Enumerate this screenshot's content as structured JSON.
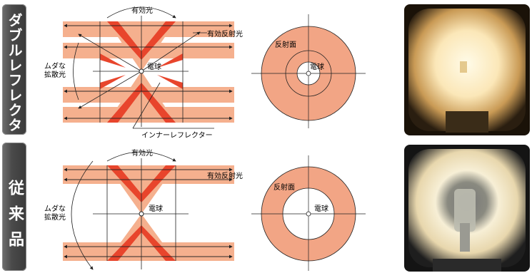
{
  "rows": [
    {
      "tab_label": "ダブルレフレクター",
      "labels": {
        "effective_light": "有効光",
        "effective_reflected_light": "有効反射光",
        "wasted_light_line1": "ムダな",
        "wasted_light_line2": "拡散光",
        "bulb": "電球",
        "inner_reflector": "インナーレフレクター",
        "reflector_surface": "反射面",
        "bulb_circle": "電球"
      }
    },
    {
      "tab_label": "従来品",
      "labels": {
        "effective_light": "有効光",
        "effective_reflected_light": "有効反射光",
        "wasted_light_line1": "ムダな",
        "wasted_light_line2": "拡散光",
        "bulb": "電球",
        "reflector_surface": "反射面",
        "bulb_circle": "電球"
      }
    }
  ],
  "colors": {
    "band": "#f5b08e",
    "reflector": "#e8452c",
    "ring": "#f2a585",
    "tab": "#4a4a4a"
  }
}
